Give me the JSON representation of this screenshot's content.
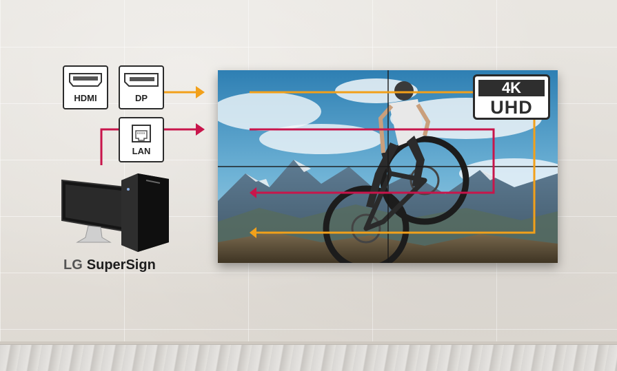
{
  "ports": {
    "hdmi": {
      "label": "HDMI"
    },
    "dp": {
      "label": "DP"
    },
    "lan": {
      "label": "LAN"
    }
  },
  "badge": {
    "top": "4K",
    "bottom": "UHD"
  },
  "brand": {
    "prefix": "LG",
    "name": "SuperSign"
  },
  "colors": {
    "orange": "#f2a01a",
    "crimson": "#c8154b",
    "wall_bg": "#e6e2dc"
  },
  "icons": [
    "hdmi-port-icon",
    "displayport-icon",
    "ethernet-port-icon",
    "monitor-icon",
    "pc-tower-icon"
  ]
}
